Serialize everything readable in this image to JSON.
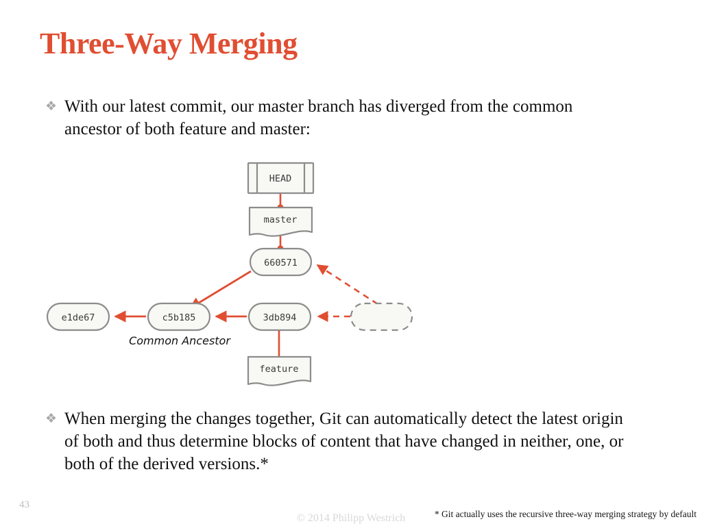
{
  "slide": {
    "title": "Three-Way Merging",
    "title_color": "#e04e32",
    "page_number": "43"
  },
  "bullets": [
    {
      "glyph": "❖",
      "text": "With our latest commit, our master branch has diverged from the common ancestor of both feature and master:"
    },
    {
      "glyph": "❖",
      "text": "When merging the changes together, Git can automatically detect the latest origin of both and thus determine blocks of content that have changed in neither, one, or both of the derived versions.*"
    }
  ],
  "diagram": {
    "ancestor_label": "Common Ancestor",
    "node_fill": "#f8f8f4",
    "node_stroke": "#8c8c8c",
    "edge_color": "#e04e32",
    "nodes": {
      "head": "HEAD",
      "master": "master",
      "feature": "feature",
      "commit_660571": "660571",
      "commit_e1de67": "e1de67",
      "commit_c5b185": "c5b185",
      "commit_3db894": "3db894",
      "commit_ghost": ""
    }
  },
  "footer": {
    "copyright": "© 2014 Philipp Westrich",
    "footnote": "* Git actually uses the recursive three-way merging strategy by default"
  }
}
